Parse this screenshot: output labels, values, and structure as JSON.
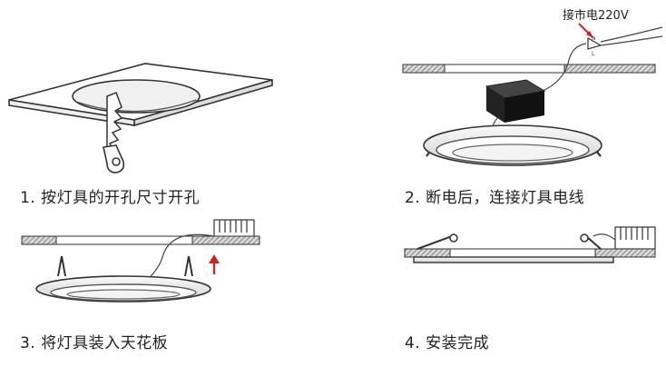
{
  "steps": [
    {
      "caption": "1. 按灯具的开孔尺寸开孔"
    },
    {
      "caption": "2. 断电后，连接灯具电线",
      "annotation": "接市电220V",
      "terminal_n": "N",
      "terminal_l": "L"
    },
    {
      "caption": "3. 将灯具装入天花板"
    },
    {
      "caption": "4. 安装完成"
    }
  ],
  "colors": {
    "line": "#333333",
    "hatch": "#777777",
    "arrow_red": "#cc2222",
    "driver": "#222222"
  }
}
